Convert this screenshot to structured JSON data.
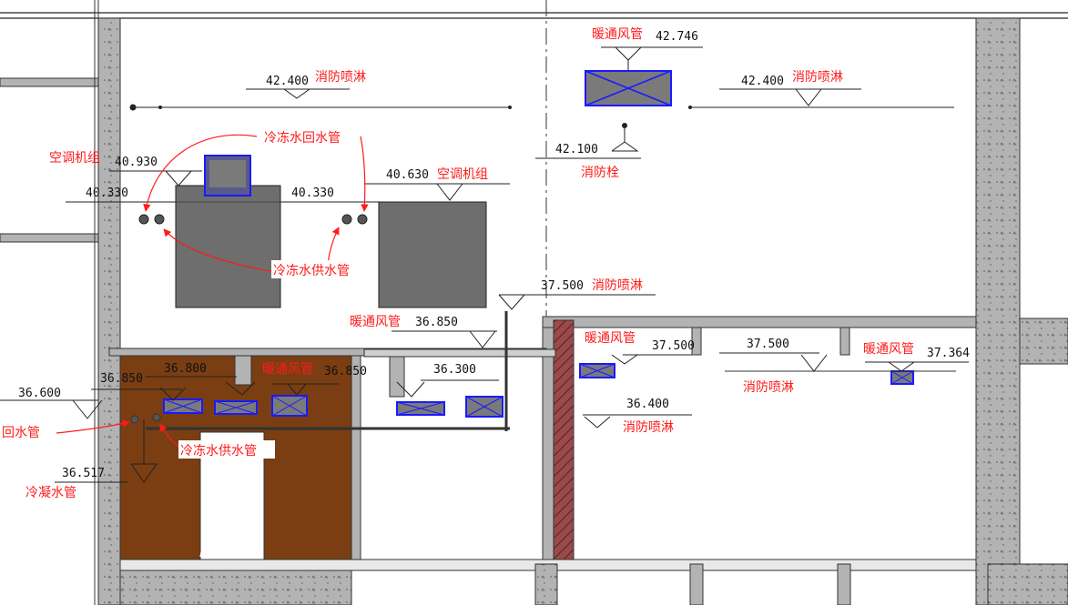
{
  "labels": {
    "hvac_duct": "暖通风管",
    "sprinkler": "消防喷淋",
    "hydrant": "消防栓",
    "ac_unit": "空调机组",
    "chilled_return": "冷冻水回水管",
    "chilled_supply": "冷冻水供水管",
    "return_pipe": "回水管",
    "condensate_pipe": "冷凝水管"
  },
  "elevations": {
    "duct_top": "42.746",
    "sprinkler_left": "42.400",
    "sprinkler_right": "42.400",
    "hydrant": "42.100",
    "ac_left": "40.930",
    "pipe_left": "40.330",
    "pipe_mid": "40.330",
    "ac_right": "40.630",
    "sprinkler_mid": "37.500",
    "duct_mid": "36.850",
    "duct_right_a": "37.500",
    "sprinkler_right_low": "37.500",
    "duct_right_b": "37.364",
    "low_left": "36.600",
    "low_a": "36.850",
    "low_b": "36.800",
    "low_c": "36.850",
    "low_d": "36.300",
    "sprinkler_low": "36.400",
    "condensate": "36.517"
  },
  "colors": {
    "concrete": "#b3b3b3",
    "equipment": "#6e6e6e",
    "duct_fill": "#7a7a7a",
    "duct_edge": "#1a1aff",
    "annotation": "#ff1a1a",
    "brown_room": "#7a3e12",
    "brick_hatch": "#9a4a4a"
  }
}
